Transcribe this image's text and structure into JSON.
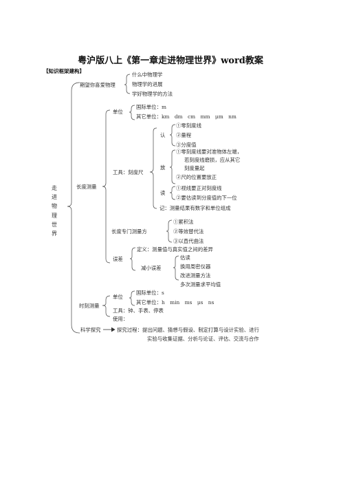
{
  "title": "粤沪版八上《第一章走进物理世界》word教案",
  "header": "【知识框架建构】",
  "root": "走进物理世界",
  "interest": {
    "label": "期望你喜爱物理",
    "items": [
      "什么中物理学",
      "物理学的进展",
      "学好物理学的方法"
    ]
  },
  "length": {
    "label": "长度测量",
    "unit": {
      "label": "单位",
      "si": "国际单位：m",
      "other": "其它单位：km　dm　cm　mm　μm　nm"
    },
    "tool": {
      "label": "工具：刻度尺",
      "read_know": {
        "label": "认",
        "items": [
          "①零刻度线",
          "②量程",
          "③分度值"
        ]
      },
      "place": {
        "label": "放",
        "items": [
          "①零刻度线要对准物体左端，",
          "若刻度线磨损，应从其它",
          "刻度量起",
          "②尺的位置要放正"
        ]
      },
      "read": {
        "label": "读",
        "items": [
          "①视线要正对刻度线",
          "②要估读到分度值的下一位"
        ]
      },
      "record": "记：测量结果有数字和单位组成"
    },
    "special": {
      "label": "长度专门测量方",
      "items": [
        "①累积法",
        "②等效替代法",
        "③以直代曲法"
      ]
    },
    "error": {
      "label": "误差",
      "definition": "定义：测量值与真实值之间的差异",
      "reduce": {
        "label": "减小误差",
        "items": [
          "估读",
          "换用周密仪器",
          "改进测量方法",
          "多次测量求平均值"
        ]
      }
    }
  },
  "time": {
    "label": "时刻测量",
    "unit": {
      "label": "单位",
      "si": "国际单位：s",
      "other": "其它单位：h　min　ms　μs　ns"
    },
    "tool": "工具：钟、手表、停表",
    "use": "使用："
  },
  "inquiry": {
    "label": "科学探究",
    "line1": "探究过程：提出问题、猜想与假设、制定打算与设计实验、进行",
    "line2": "实验与收集证据、分析与论证、评估、交流与合作"
  }
}
